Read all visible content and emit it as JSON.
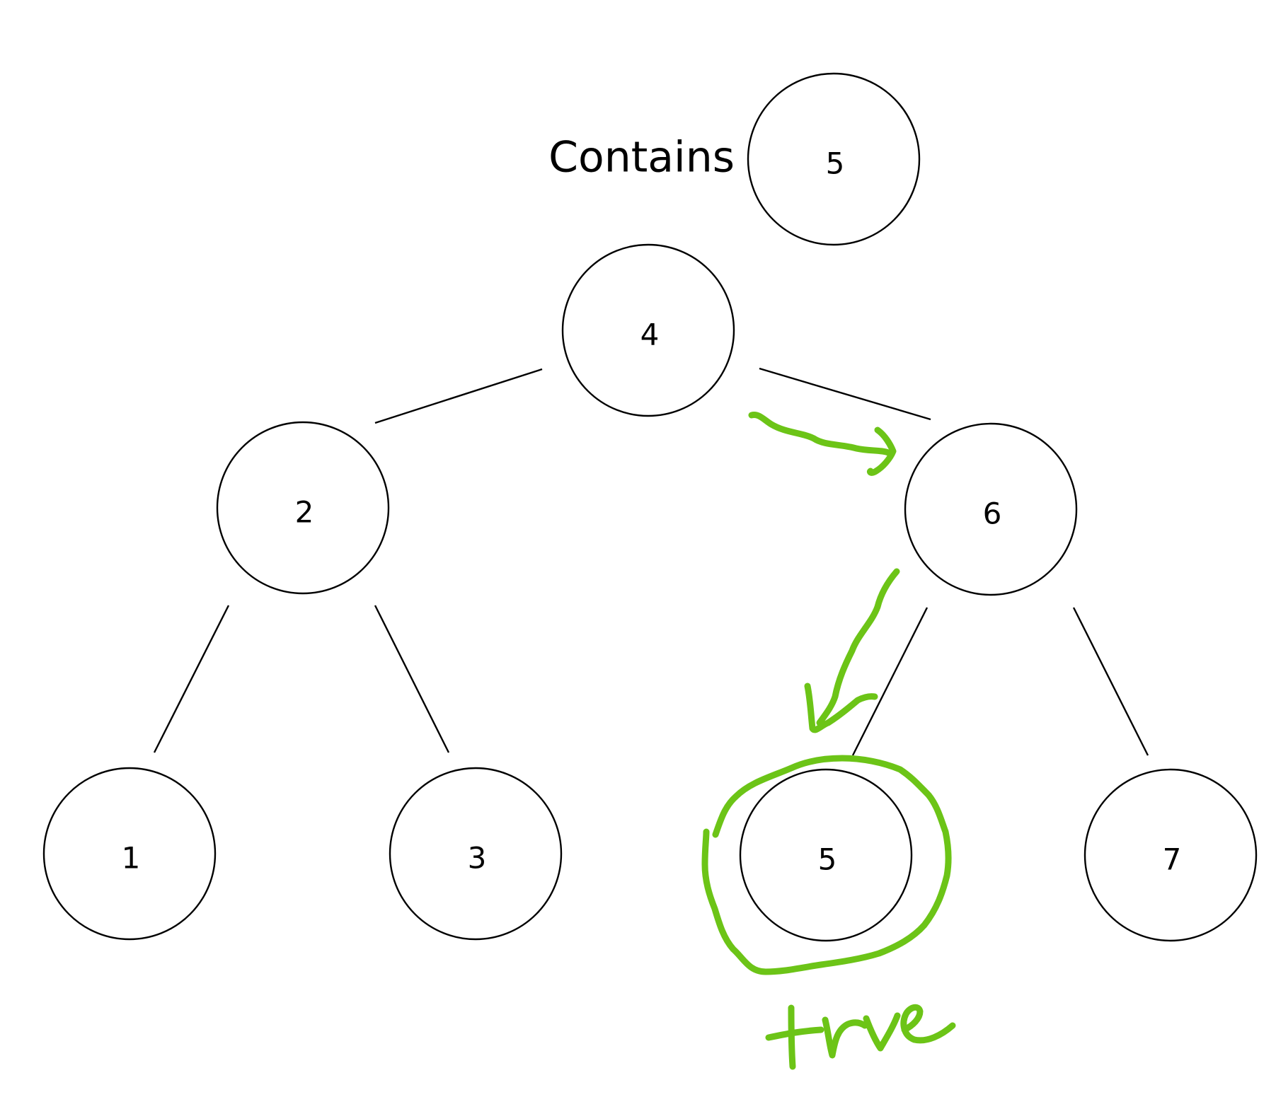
{
  "title": "Contains",
  "search_value": "5",
  "nodes": [
    {
      "id": "n4",
      "label": "4"
    },
    {
      "id": "n2",
      "label": "2"
    },
    {
      "id": "n6",
      "label": "6"
    },
    {
      "id": "n1",
      "label": "1"
    },
    {
      "id": "n3",
      "label": "3"
    },
    {
      "id": "n5",
      "label": "5"
    },
    {
      "id": "n7",
      "label": "7"
    }
  ],
  "edges": [
    [
      "n4",
      "n2"
    ],
    [
      "n4",
      "n6"
    ],
    [
      "n2",
      "n1"
    ],
    [
      "n2",
      "n3"
    ],
    [
      "n6",
      "n5"
    ],
    [
      "n6",
      "n7"
    ]
  ],
  "annotation": {
    "result_text": "true",
    "color": "#6cc417",
    "highlighted_node": "n5"
  }
}
